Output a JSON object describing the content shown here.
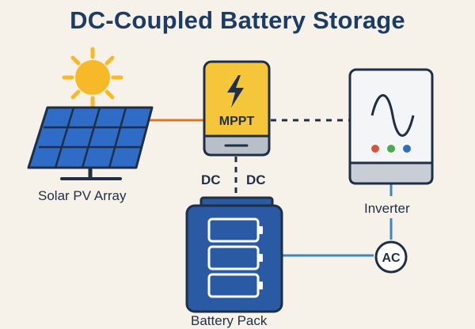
{
  "title": "DC-Coupled Battery Storage",
  "mppt_label": "MPPT",
  "solar_label": "Solar PV Array",
  "dc_left_label": "DC",
  "dc_right_label": "DC",
  "inverter_label": "Inverter",
  "battery_label": "Battery Pack",
  "ac_label": "AC",
  "colors": {
    "title": "#1b3c66",
    "outline": "#1f2f45",
    "sun": "#f7b928",
    "panel": "#2f6cc8",
    "mppt": "#f5c63a",
    "battery": "#2a5aa3",
    "pv_wire": "#d9762b",
    "ac_wire": "#3a86c8"
  },
  "icons": [
    "sun-icon",
    "solar-panel-icon",
    "lightning-icon",
    "sine-wave-icon",
    "battery-cell-icon"
  ]
}
